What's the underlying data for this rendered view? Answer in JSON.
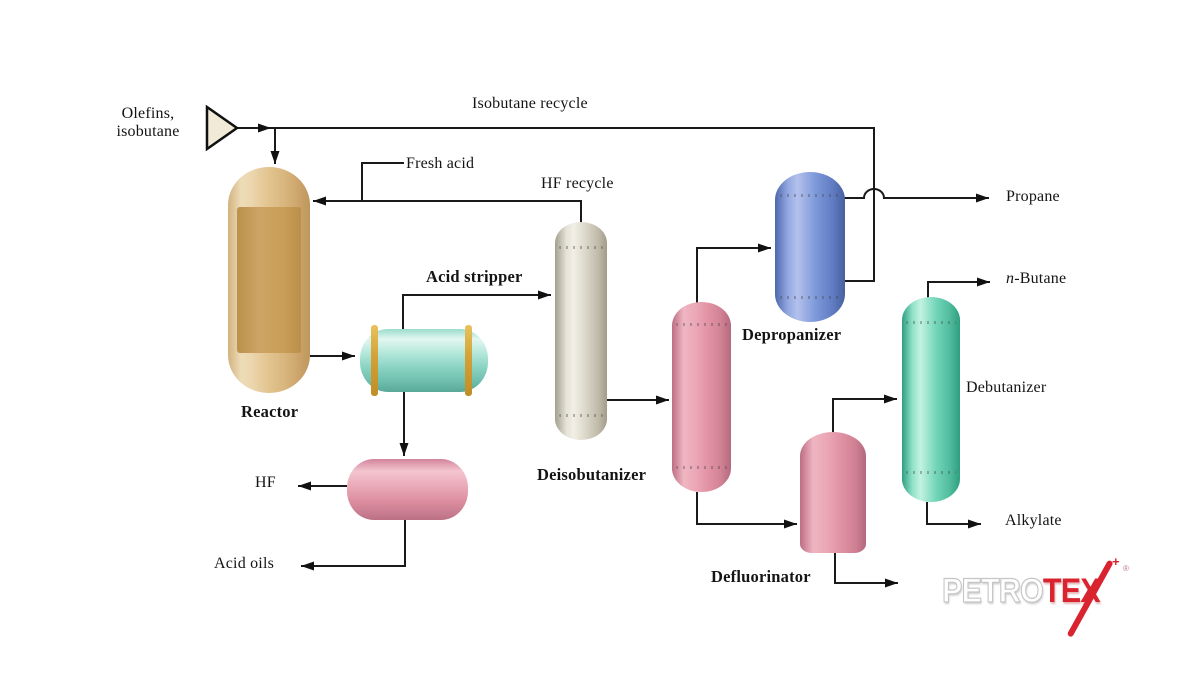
{
  "streams": {
    "feed_line1": "Olefins,",
    "feed_line2": "isobutane",
    "isobutane_recycle": "Isobutane recycle",
    "fresh_acid": "Fresh acid",
    "hf_recycle": "HF recycle",
    "hf": "HF",
    "acid_oils": "Acid oils",
    "propane": "Propane",
    "n_butane_prefix": "n",
    "n_butane_suffix": "-Butane",
    "alkylate": "Alkylate"
  },
  "equipment": {
    "reactor": "Reactor",
    "acid_stripper": "Acid stripper",
    "deisobutanizer": "Deisobutanizer",
    "depropanizer": "Depropanizer",
    "debutanizer": "Debutanizer",
    "defluorinator": "Defluorinator"
  },
  "logo": {
    "petro": "PETRO",
    "tex": "TEX",
    "plus": "+",
    "registered": "®"
  },
  "colors": {
    "line": "#1a1a1a",
    "reactor_body": "#e3c591",
    "reactor_inner": "#c99e58",
    "settler_teal": "#8cd4c4",
    "band_gold": "#d3a136",
    "pink_vessel": "#e294a5",
    "gray_column": "#dad6c8",
    "blue_vessel": "#7e99d9",
    "teal_column": "#74d6b9",
    "feed_triangle_fill": "#f1ead7",
    "logo_red": "#d9232e",
    "logo_white": "#ffffff"
  }
}
